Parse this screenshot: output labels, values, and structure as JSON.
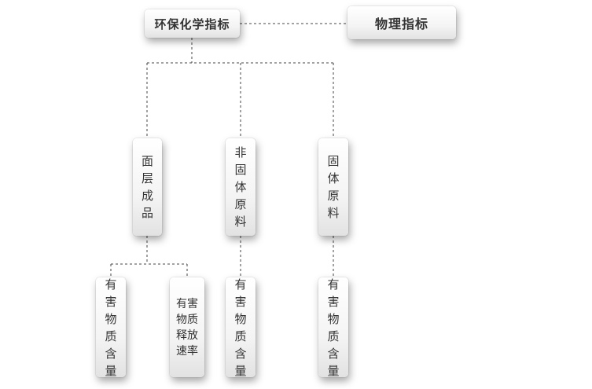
{
  "diagram": {
    "nodes": {
      "env_chem": "环保化学指标",
      "physical": "物理指标",
      "surface_product": "面层成品",
      "non_solid_raw": "非固体原料",
      "solid_raw": "固体原料",
      "harmful_content_1": "有害物质含量",
      "harmful_release_rate": "有害物质释放速率",
      "harmful_content_2": "有害物质含量",
      "harmful_content_3": "有害物质含量"
    },
    "colors": {
      "line": "#444444",
      "text": "#333333",
      "box_light": "#ffffff",
      "box_shade": "#e2e2e2"
    }
  }
}
